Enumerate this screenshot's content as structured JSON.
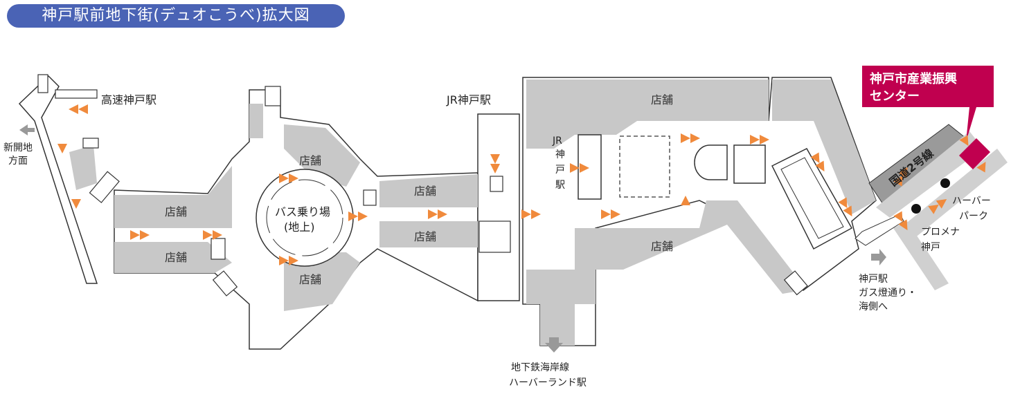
{
  "title": "神戸駅前地下街(デュオこうべ)拡大図",
  "labels": {
    "kosoku_kobe": "高速神戸駅",
    "shinkaichi_1": "新開地",
    "shinkaichi_2": "方面",
    "jr_kobe": "JR神戸駅",
    "jr_vertical": [
      "JR",
      "神",
      "戸",
      "駅"
    ],
    "bus_1": "バス乗り場",
    "bus_2": "(地上)",
    "subway_1": "地下鉄海岸線",
    "subway_2": "ハーバーランド駅",
    "gaslight_1": "神戸駅",
    "gaslight_2": "ガス燈通り・",
    "gaslight_3": "海側へ",
    "harbor_1": "ハーバー",
    "harbor_2": "パーク",
    "promena_1": "プロメナ",
    "promena_2": "神戸",
    "route2": "国道2号線",
    "center_1": "神戸市産業振興",
    "center_2": "センター"
  },
  "shop_label": "店舗",
  "colors": {
    "title_bg": "#4a63b5",
    "shop": "#c8c8c8",
    "arrow": "#f08a3c",
    "highlight": "#c0004f",
    "road": "#9a9a9a"
  }
}
